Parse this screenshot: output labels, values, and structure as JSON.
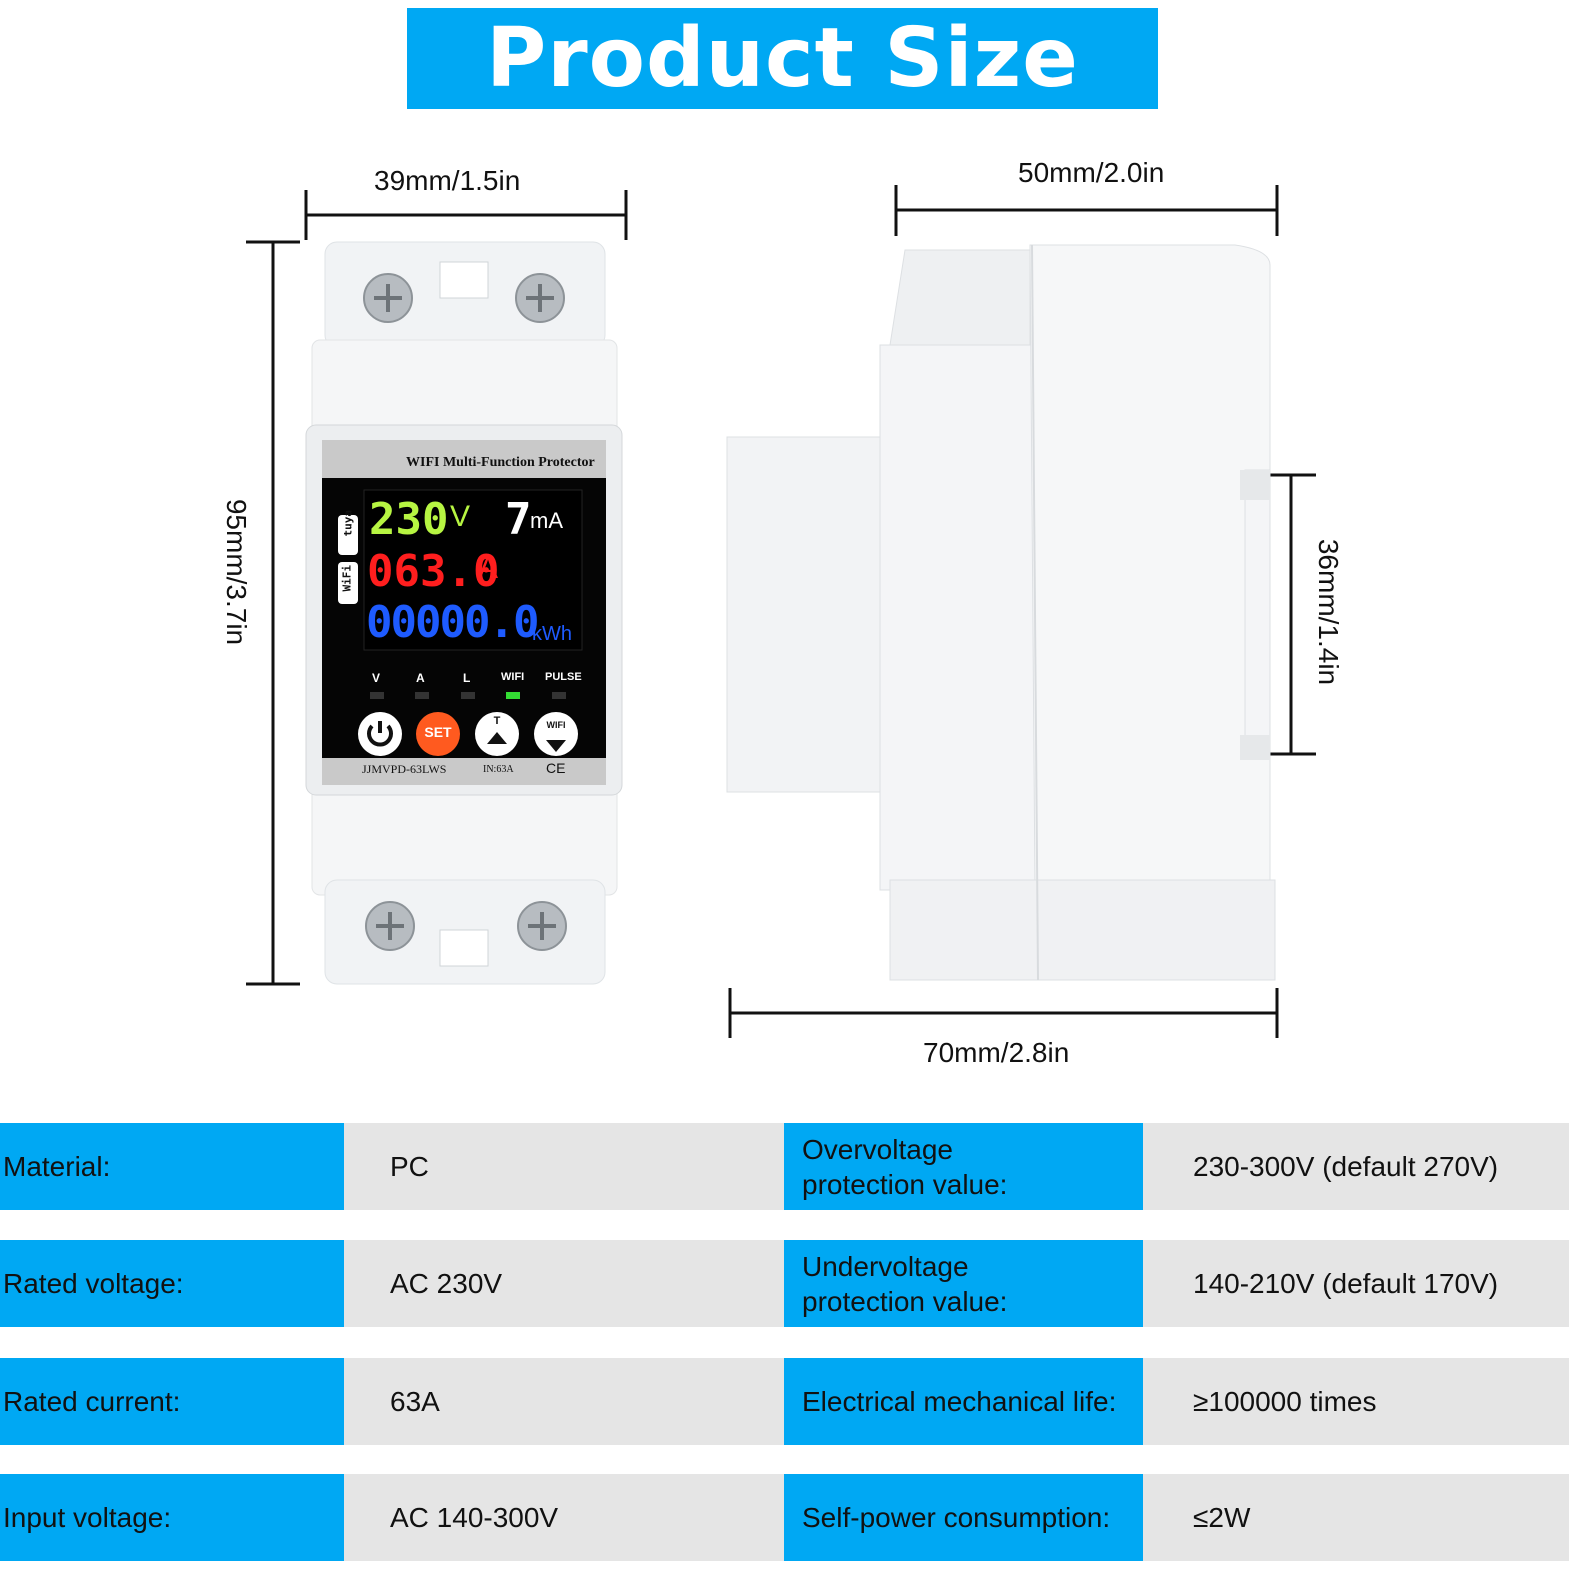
{
  "title": "Product Size",
  "dimensions": {
    "front_width": "39mm/1.5in",
    "front_height": "95mm/3.7in",
    "side_depth_top": "50mm/2.0in",
    "side_rail": "36mm/1.4in",
    "side_depth_bottom": "70mm/2.8in"
  },
  "device": {
    "header": "WIFI Multi-Function Protector",
    "voltage": "230",
    "voltage_unit": "V",
    "leak": "7",
    "leak_unit": "mA",
    "current": "063.0",
    "current_unit": "A",
    "energy": "00000.0",
    "energy_unit": "kWh",
    "side_logo_1": "tuya",
    "side_logo_2": "WiFi",
    "indicators": [
      "V",
      "A",
      "L",
      "WIFI",
      "PULSE"
    ],
    "buttons": {
      "set": "SET",
      "t": "T",
      "wifi": "WIFI"
    },
    "model": "JJMVPD-63LWS",
    "rating": "IN:63A",
    "mark": "CE",
    "colors": {
      "voltage": "#b7f542",
      "current": "#ff1e1e",
      "energy": "#1e5bff",
      "wifi_led": "#33dd33"
    }
  },
  "specs": [
    {
      "label": "Material:",
      "value": "PC",
      "label2": [
        "Overvoltage",
        "protection value:"
      ],
      "value2": "230-300V (default 270V)"
    },
    {
      "label": "Rated voltage:",
      "value": "AC 230V",
      "label2": [
        "Undervoltage",
        "protection value:"
      ],
      "value2": "140-210V (default 170V)"
    },
    {
      "label": "Rated current:",
      "value": "63A",
      "label2": [
        "Electrical mechanical life:"
      ],
      "value2": "≥100000 times"
    },
    {
      "label": "Input voltage:",
      "value": "AC 140-300V",
      "label2": [
        "Self-power consumption:"
      ],
      "value2": "≤2W"
    }
  ],
  "accent_color": "#00a8f3"
}
